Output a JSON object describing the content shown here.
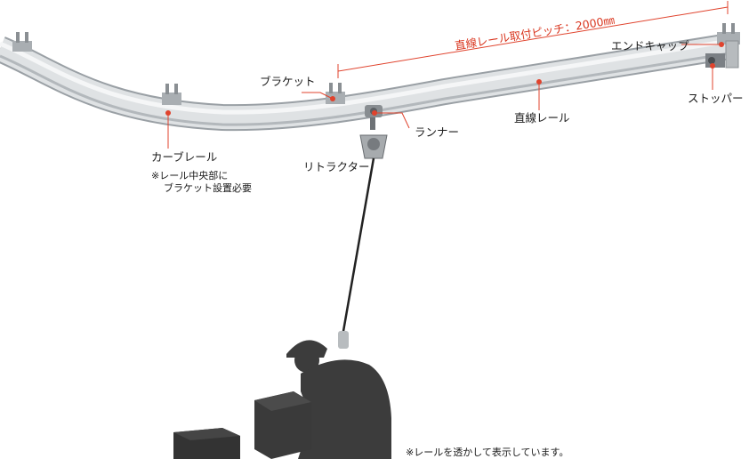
{
  "labels": {
    "pitch": "直線レール取付ピッチ：2000㎜",
    "end_cap": "エンドキャップ",
    "stopper": "ストッパー",
    "bracket": "ブラケット",
    "runner": "ランナー",
    "straight_rail": "直線レール",
    "curve_rail": "カーブレール",
    "curve_note_1": "※レール中央部に",
    "curve_note_2": "ブラケット設置必要",
    "retractor": "リトラクター",
    "footnote": "※レールを透かして表示しています。"
  },
  "colors": {
    "accent": "#e0432d",
    "pitch_text": "#d9361f",
    "silhouette": "#3c3c3c",
    "box": "#3a3a3a",
    "rail": "#cfd3d6"
  }
}
